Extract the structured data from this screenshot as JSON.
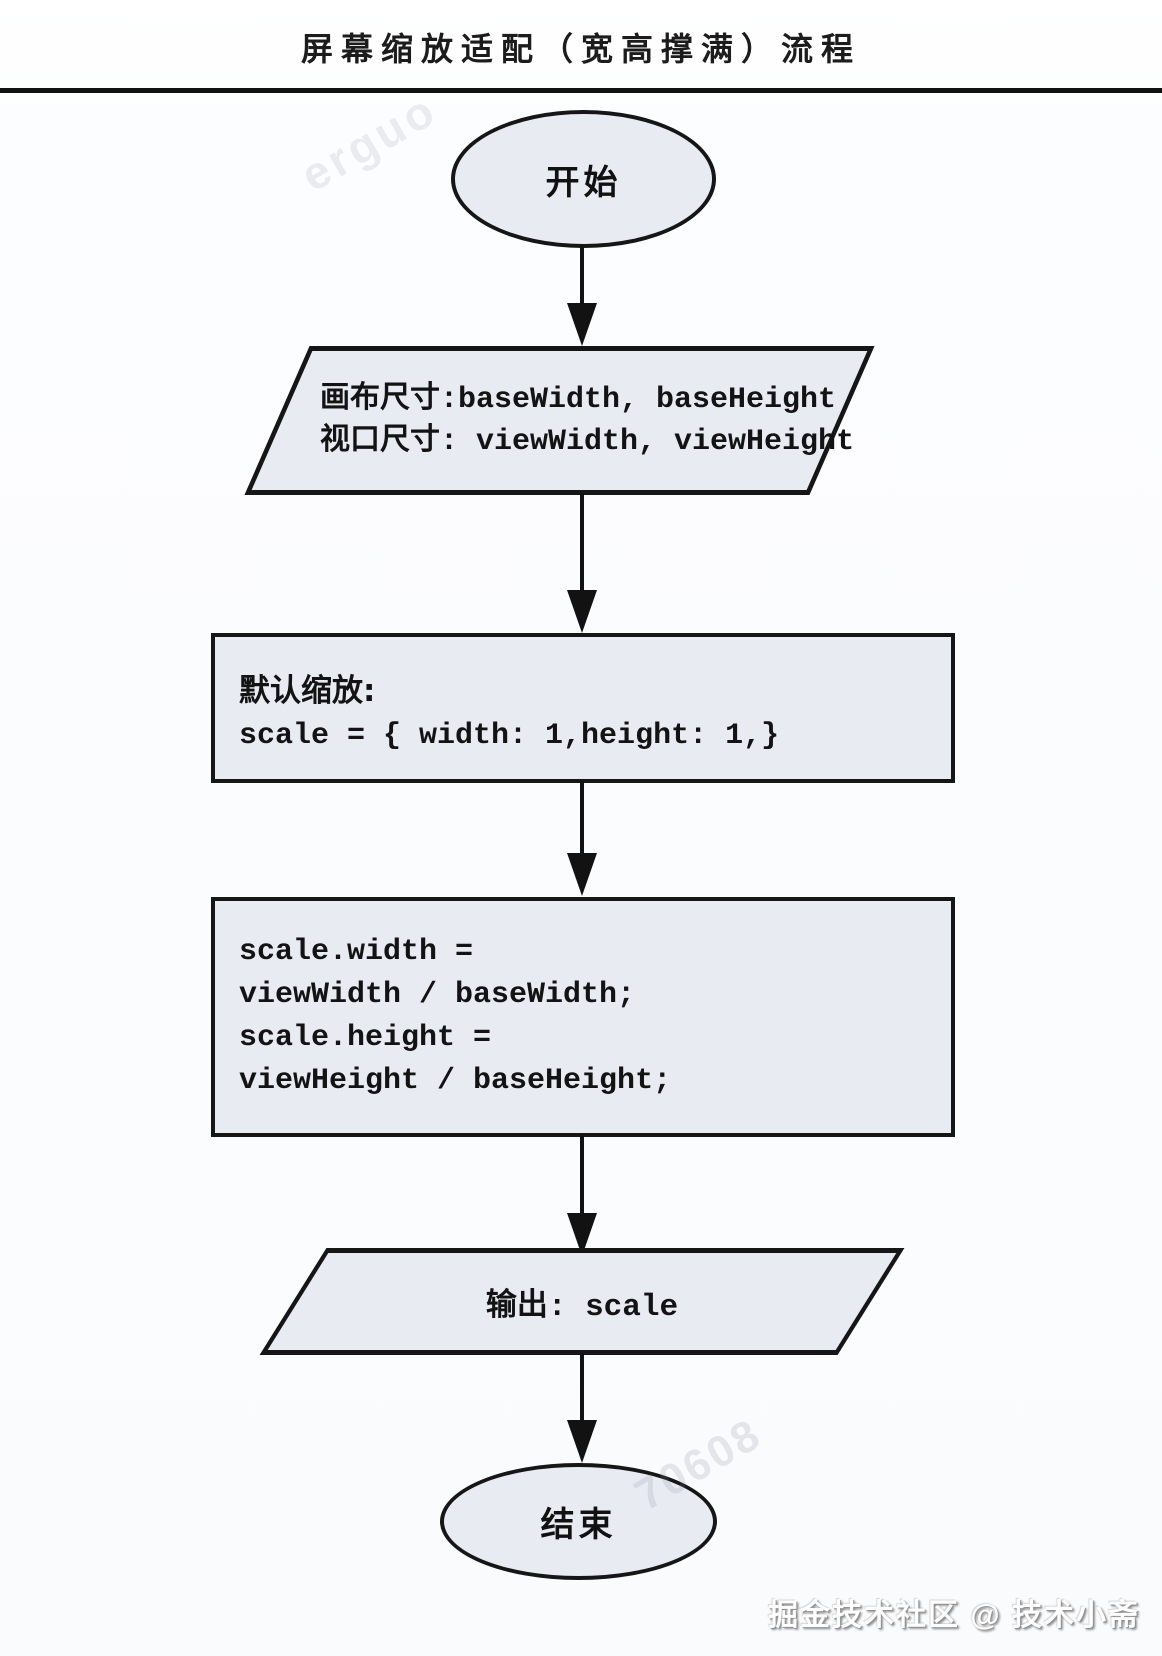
{
  "title": "屏幕缩放适配（宽高撑满）流程",
  "nodes": {
    "start": "开始",
    "io_input": {
      "line1": "画布尺寸:baseWidth, baseHeight",
      "line2": "视口尺寸: viewWidth, viewHeight"
    },
    "process_default": {
      "line1": "默认缩放:",
      "line2": "scale = { width: 1,height: 1,}"
    },
    "process_compute": {
      "line1": "scale.width =",
      "line2": "viewWidth / baseWidth;",
      "line3": "scale.height =",
      "line4": "viewHeight / baseHeight;"
    },
    "io_output": "输出: scale",
    "end": "结束"
  },
  "watermarks": {
    "credit": "掘金技术社区 @ 技术小斋",
    "fragment_top": "erguo",
    "fragment_bottom": "70608"
  },
  "colors": {
    "shape_fill": "#e9ebf3",
    "stroke": "#161616",
    "divider": "#121212",
    "background": "#fbfcfe"
  }
}
